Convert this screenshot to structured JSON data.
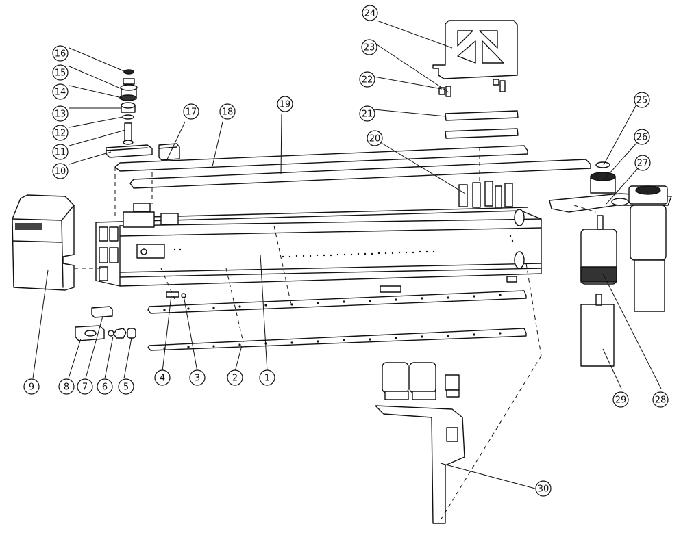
{
  "diagram": {
    "type": "exploded-assembly-drawing",
    "background": "#ffffff",
    "line_color": "#111111",
    "callouts": [
      "1",
      "2",
      "3",
      "4",
      "5",
      "6",
      "7",
      "8",
      "9",
      "10",
      "11",
      "12",
      "13",
      "14",
      "15",
      "16",
      "17",
      "18",
      "19",
      "20",
      "21",
      "22",
      "23",
      "24",
      "25",
      "26",
      "27",
      "28",
      "29",
      "30"
    ]
  }
}
